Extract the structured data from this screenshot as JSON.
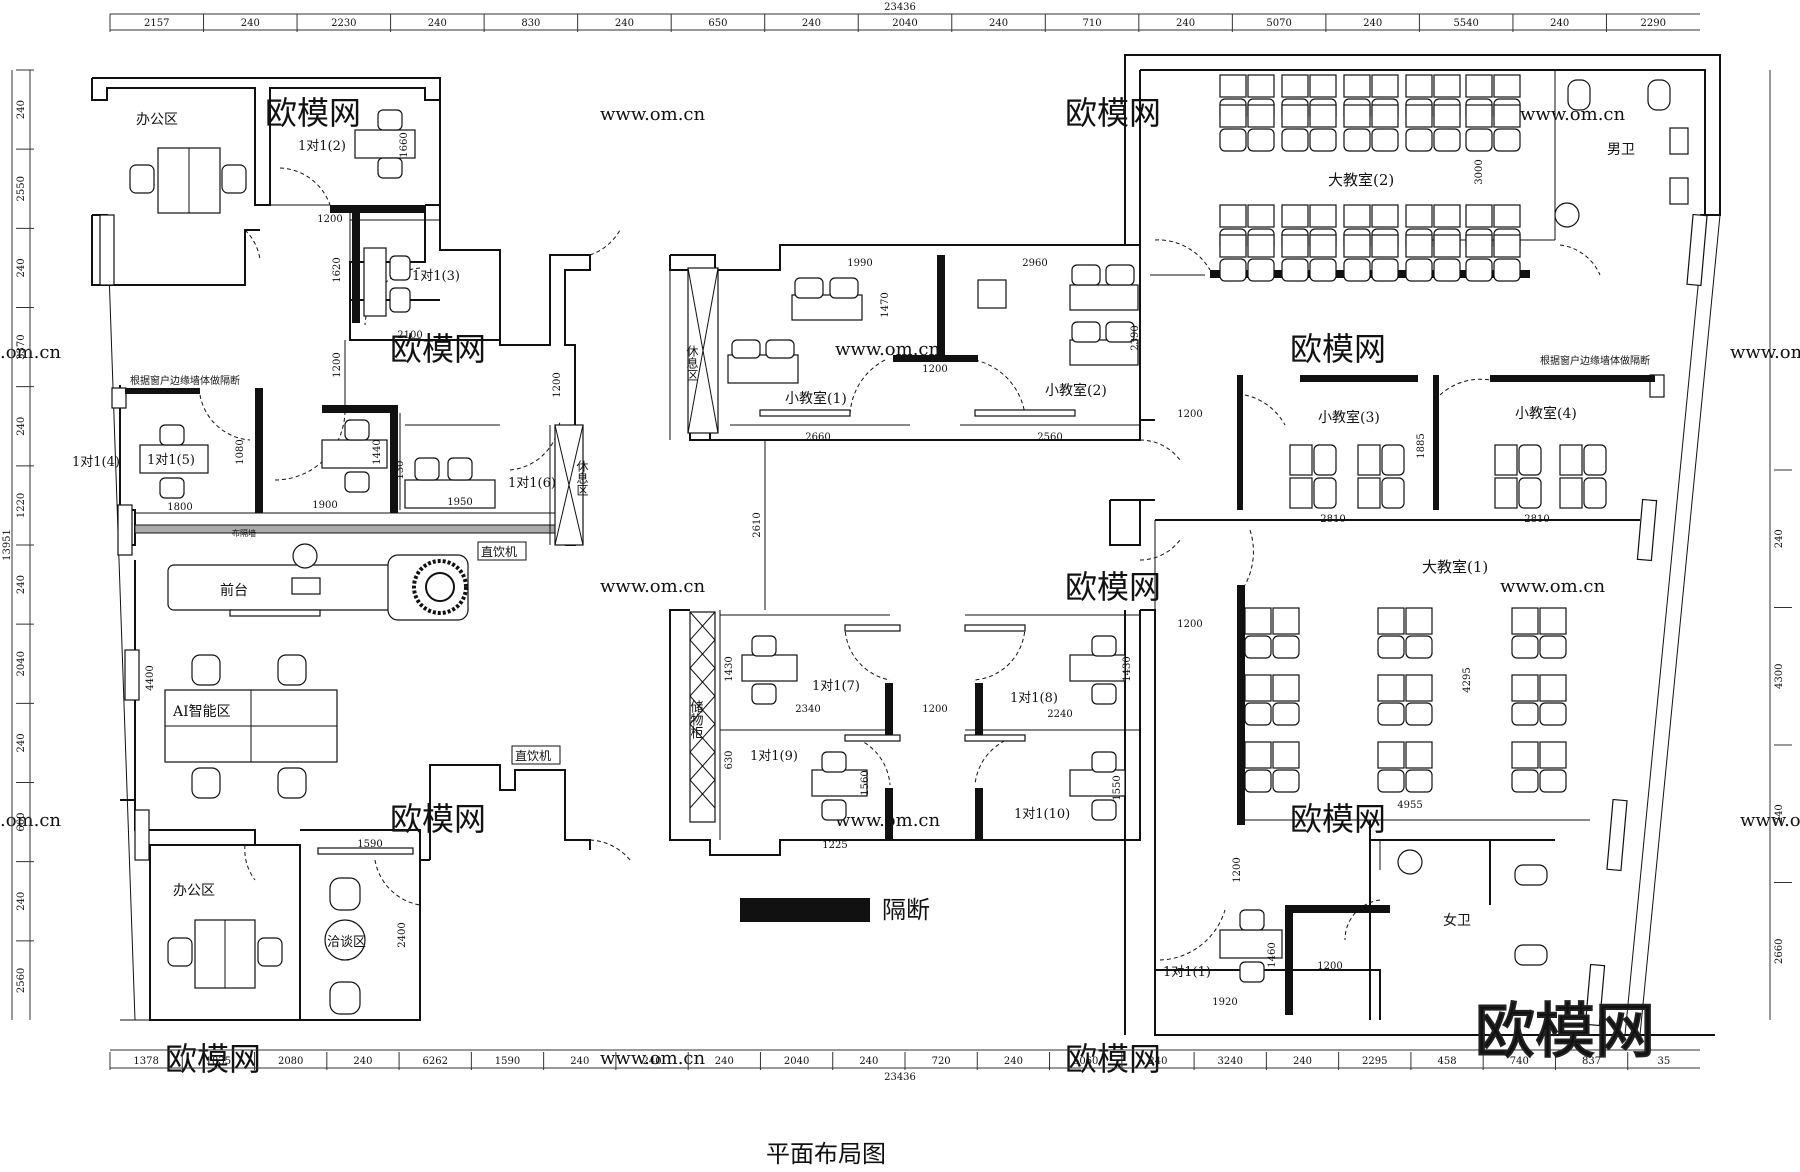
{
  "title": "平面布局图",
  "watermark": {
    "cn": "欧模网",
    "url": "www.om.cn",
    "short": ".om.cn",
    "url_right": "www.om.cn"
  },
  "legend": {
    "label": "隔断"
  },
  "notes": {
    "window_wall_left": "根据窗户边缘墙体做隔断",
    "window_wall_right": "根据窗户边缘墙体做隔断",
    "partition_wall": "布隔墙"
  },
  "rooms": {
    "office_top": "办公区",
    "one_to_one_2": "1对1(2)",
    "one_to_one_3": "1对1(3)",
    "one_to_one_4": "1对1(4)",
    "one_to_one_5": "1对1(5)",
    "one_to_one_6": "1对1(6)",
    "rest_area_1": "休息区",
    "rest_area_2": "休息区",
    "water_1": "直饮机",
    "water_2": "直饮机",
    "reception": "前台",
    "ai_zone": "AI智能区",
    "office_bottom": "办公区",
    "negotiation": "洽谈区",
    "small_class_1": "小教室(1)",
    "small_class_2": "小教室(2)",
    "storage": "储物柜",
    "one_to_one_7": "1对1(7)",
    "one_to_one_8": "1对1(8)",
    "one_to_one_9": "1对1(9)",
    "one_to_one_10": "1对1(10)",
    "big_class_2": "大教室(2)",
    "men_wc": "男卫",
    "small_class_3": "小教室(3)",
    "small_class_4": "小教室(4)",
    "big_class_1": "大教室(1)",
    "women_wc": "女卫",
    "one_to_one_1": "1对1(1)"
  },
  "dimensions": {
    "top_total": "23436",
    "top": [
      "2157",
      "240",
      "2230",
      "240",
      "830",
      "240",
      "650",
      "240",
      "2040",
      "240",
      "710",
      "240",
      "5070",
      "240",
      "5540",
      "240",
      "2290"
    ],
    "bottom_total": "23436",
    "bottom": [
      "1378",
      "1835",
      "2080",
      "240",
      "6262",
      "1590",
      "240",
      "240",
      "240",
      "2040",
      "240",
      "720",
      "240",
      "5060",
      "240",
      "3240",
      "240",
      "2295",
      "458",
      "740",
      "837",
      "35"
    ],
    "left_total": "13951",
    "left": [
      "240",
      "2550",
      "240",
      "3370",
      "240",
      "1220",
      "240",
      "2040",
      "240",
      "660",
      "240",
      "2560"
    ],
    "right": [
      "240",
      "4300",
      "240",
      "2660"
    ],
    "inner": [
      "1660",
      "1200",
      "1620",
      "2100",
      "1200",
      "1200",
      "1080",
      "1440",
      "130",
      "1950",
      "1800",
      "1900",
      "1990",
      "1470",
      "2960",
      "2390",
      "1200",
      "2660",
      "2560",
      "2610",
      "1430",
      "2340",
      "1200",
      "2240",
      "1430",
      "630",
      "1560",
      "1550",
      "1225",
      "1590",
      "2400",
      "4400",
      "3000",
      "1200",
      "1885",
      "2810",
      "2810",
      "1200",
      "4295",
      "4955",
      "1200",
      "1460",
      "1200",
      "1920"
    ]
  }
}
